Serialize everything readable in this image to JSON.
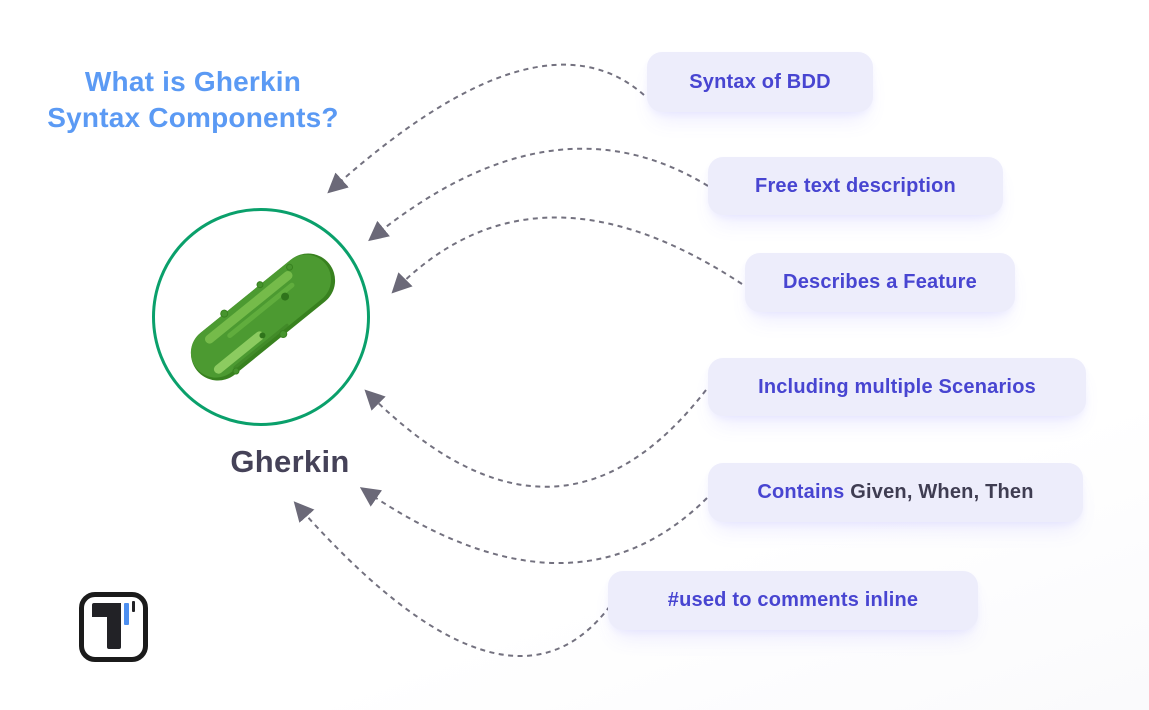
{
  "title": {
    "line1": "What is Gherkin",
    "line2": "Syntax Components?",
    "full_text": "What is Gherkin Syntax Components?"
  },
  "center": {
    "label": "Gherkin",
    "icon": "cucumber-illustration",
    "circle_color": "#0AA06B"
  },
  "pills": [
    {
      "label": "Syntax of BDD"
    },
    {
      "label": "Free text description"
    },
    {
      "label": "Describes a Feature"
    },
    {
      "label": "Including multiple Scenarios"
    },
    {
      "label_accent": "Contains",
      "label_rest": " Given, When, Then"
    },
    {
      "label": "#used to comments inline"
    }
  ],
  "connections": [
    {
      "from": "Syntax of BDD",
      "to": "Gherkin"
    },
    {
      "from": "Free text description",
      "to": "Gherkin"
    },
    {
      "from": "Describes a Feature",
      "to": "Gherkin"
    },
    {
      "from": "Including multiple Scenarios",
      "to": "Gherkin"
    },
    {
      "from": "Contains Given, When, Then",
      "to": "Gherkin"
    },
    {
      "from": "#used to comments inline",
      "to": "Gherkin"
    }
  ],
  "colors": {
    "title": "#5B9AF4",
    "pill_background": "#EDEDFB",
    "pill_text": "#4845D1",
    "pill_text_dark": "#3F3D52",
    "center_label": "#454258",
    "circle_stroke": "#0AA06B",
    "arrow": "#73717F",
    "logo_accent": "#4D8FF0"
  }
}
